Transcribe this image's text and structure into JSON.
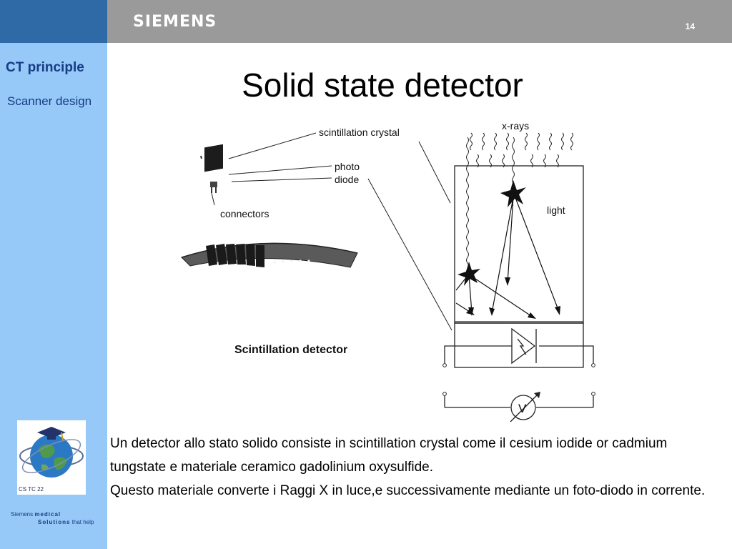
{
  "header": {
    "brand": "SIEMENS",
    "slide_number": "14"
  },
  "sidebar": {
    "section_title": "CT principle",
    "section_subtitle": "Scanner design",
    "logo_code": "CS TC 22",
    "footer_brand_1": "Siemens",
    "footer_brand_2": "medical",
    "footer_brand_3": "Solutions",
    "footer_brand_4": "that help"
  },
  "slide": {
    "title": "Solid state detector"
  },
  "diagram": {
    "labels": {
      "scintillation_crystal": "scintillation crystal",
      "photo": "photo",
      "diode": "diode",
      "connectors": "connectors",
      "xrays": "x-rays",
      "light": "light",
      "voltmeter": "V",
      "caption": "Scintillation detector"
    }
  },
  "body": {
    "paragraph_1": "Un detector allo stato solido consiste in scintillation crystal  come il cesium iodide or cadmium tungstate e materiale ceramico gadolinium oxysulfide.",
    "paragraph_2": "Questo materiale converte i Raggi X in luce,e successivamente mediante un foto-diodo in corrente."
  }
}
